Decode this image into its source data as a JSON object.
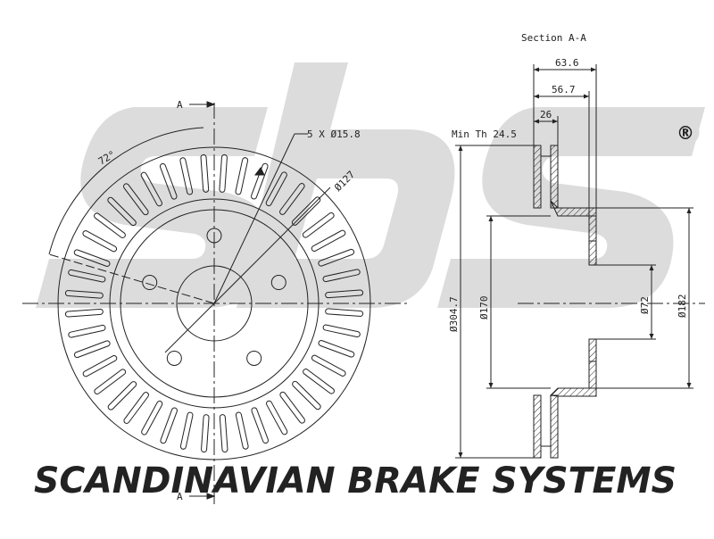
{
  "watermark": {
    "company": "SCANDINAVIAN BRAKE SYSTEMS",
    "registered_mark": "®",
    "color": "#d7d7d7"
  },
  "front_view": {
    "section_marker_top": "A",
    "section_marker_bottom": "A",
    "bolt_callout": "5 X Ø15.8",
    "pcd_label": "Ø127",
    "angle_label": "72°"
  },
  "section_view": {
    "title": "Section A-A",
    "min_thickness": "Min Th 24.5",
    "dim_overall_height": "63.6",
    "dim_hat_depth": "56.7",
    "dim_disc_thickness": "26",
    "dim_outer_diameter": "Ø304.7",
    "dim_hat_diameter": "Ø170",
    "dim_center_bore": "Ø72",
    "dim_friction_inner": "Ø182"
  },
  "colors": {
    "line": "#222222",
    "watermark": "#d7d7d7"
  }
}
